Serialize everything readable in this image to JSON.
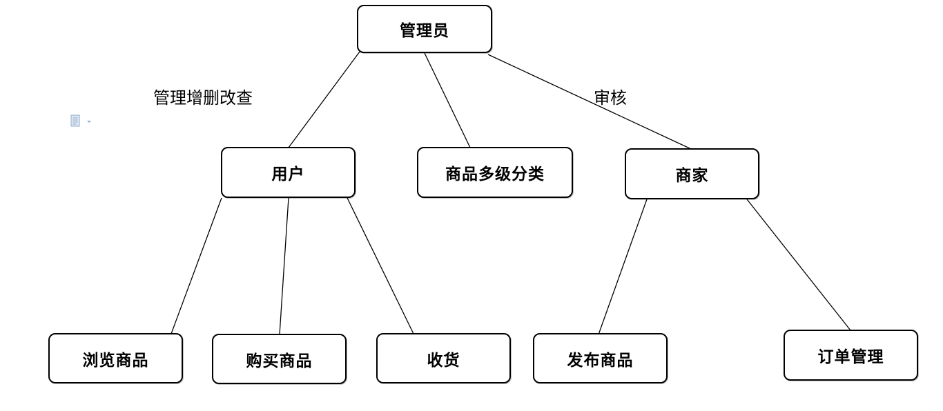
{
  "nodes": {
    "admin": "管理员",
    "user": "用户",
    "category": "商品多级分类",
    "merchant": "商家",
    "browse": "浏览商品",
    "buy": "购买商品",
    "receive": "收货",
    "publish": "发布商品",
    "orders": "订单管理"
  },
  "labels": {
    "admin_user": "管理增删改查",
    "admin_merchant": "审核"
  },
  "icons": {
    "paste_options": "paste-options-icon"
  },
  "colors": {
    "stroke": "#000000",
    "background": "#ffffff",
    "icon": "#8fa9c9"
  }
}
